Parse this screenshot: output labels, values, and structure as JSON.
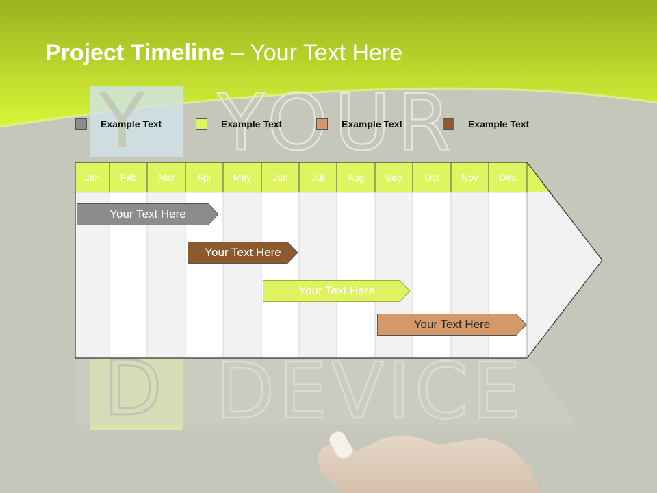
{
  "title": {
    "bold": "Project Timeline",
    "rest": " – Your Text Here"
  },
  "legend": [
    {
      "label": "Example Text",
      "color": "#8c8c8c"
    },
    {
      "label": "Example Text",
      "color": "#dff261"
    },
    {
      "label": "Example Text",
      "color": "#d4996a"
    },
    {
      "label": "Example Text",
      "color": "#8c5a2e"
    }
  ],
  "months": [
    "Jan",
    "Feb",
    "Mar",
    "Apr",
    "May",
    "Jun",
    "Jul",
    "Aug",
    "Sep",
    "Oct",
    "Nov",
    "Dec"
  ],
  "tasks": [
    {
      "label": "Your  Text Here",
      "color": "#8c8c8c",
      "text_color": "#ffffff"
    },
    {
      "label": "Your  Text Here",
      "color": "#8c5a2e",
      "text_color": "#ffffff"
    },
    {
      "label": "Your  Text Here",
      "color": "#dff261",
      "text_color": "#ffffff"
    },
    {
      "label": "Your  Text Here",
      "color": "#d4996a",
      "text_color": "#222222"
    }
  ],
  "background_words": [
    "Y",
    "YOUR",
    "D",
    "DEVICE"
  ],
  "colors": {
    "header_green": "#dff560",
    "top_gradient": "#c8e83a",
    "background": "#c6c7bb"
  }
}
